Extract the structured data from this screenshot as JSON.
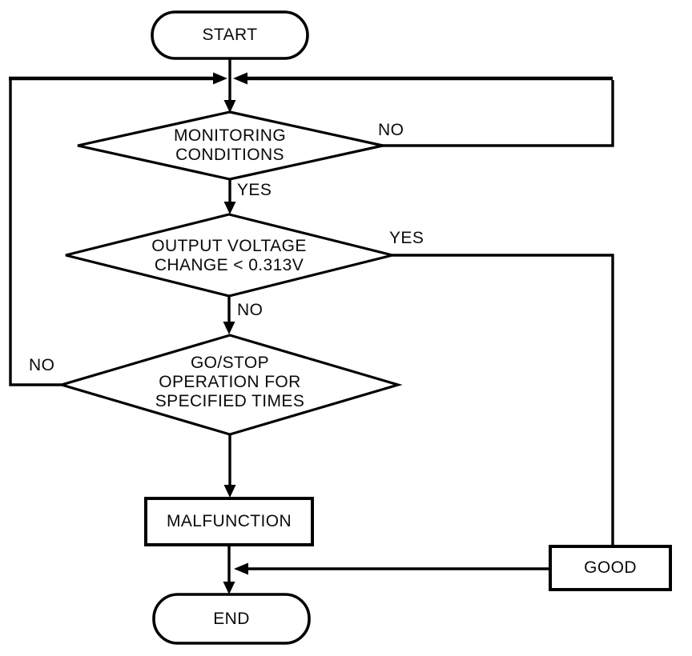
{
  "flowchart": {
    "nodes": {
      "start": {
        "type": "terminator",
        "label": "START"
      },
      "monitoring_conditions": {
        "type": "decision",
        "lines": [
          "MONITORING",
          "CONDITIONS"
        ]
      },
      "output_voltage": {
        "type": "decision",
        "lines": [
          "OUTPUT VOLTAGE",
          "CHANGE < 0.313V"
        ]
      },
      "go_stop": {
        "type": "decision",
        "lines": [
          "GO/STOP",
          "OPERATION FOR",
          "SPECIFIED TIMES"
        ]
      },
      "malfunction": {
        "type": "process",
        "label": "MALFUNCTION"
      },
      "good": {
        "type": "process",
        "label": "GOOD"
      },
      "end": {
        "type": "terminator",
        "label": "END"
      }
    },
    "edge_labels": {
      "monitoring_no": "NO",
      "monitoring_yes": "YES",
      "voltage_yes": "YES",
      "voltage_no": "NO",
      "go_stop_no": "NO"
    },
    "colors": {
      "line": "#000000",
      "text": "#0a0a0a",
      "background": "#ffffff"
    }
  }
}
